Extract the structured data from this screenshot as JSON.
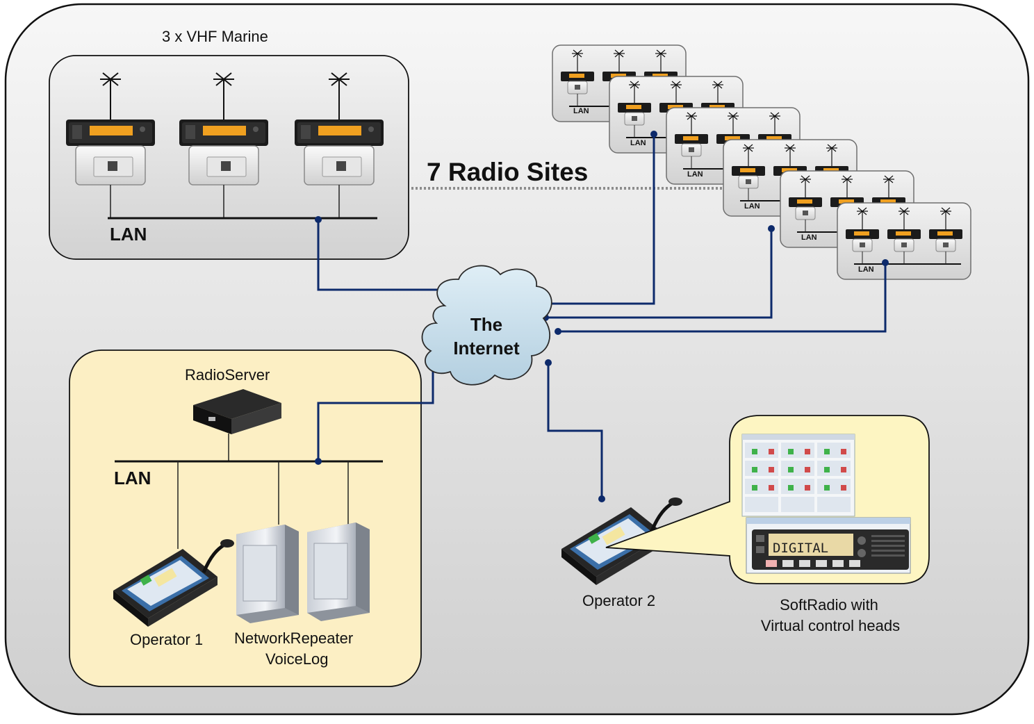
{
  "diagram": {
    "marine_title": "3 x VHF Marine",
    "marine_lan": "LAN",
    "sites_title": "7 Radio Sites",
    "site_lan": "LAN",
    "cloud_line1": "The",
    "cloud_line2": "Internet",
    "server_title": "RadioServer",
    "office_lan": "LAN",
    "operator1": "Operator 1",
    "repeater_line1": "NetworkRepeater",
    "repeater_line2": "VoiceLog",
    "operator2": "Operator 2",
    "softradio_line1": "SoftRadio with",
    "softradio_line2": "Virtual control heads",
    "screen_display": "DIGITAL"
  },
  "colors": {
    "network_line": "#0d2a6b",
    "office_bg": "#fcefc4",
    "outer_bg": "#e0e0e0"
  }
}
